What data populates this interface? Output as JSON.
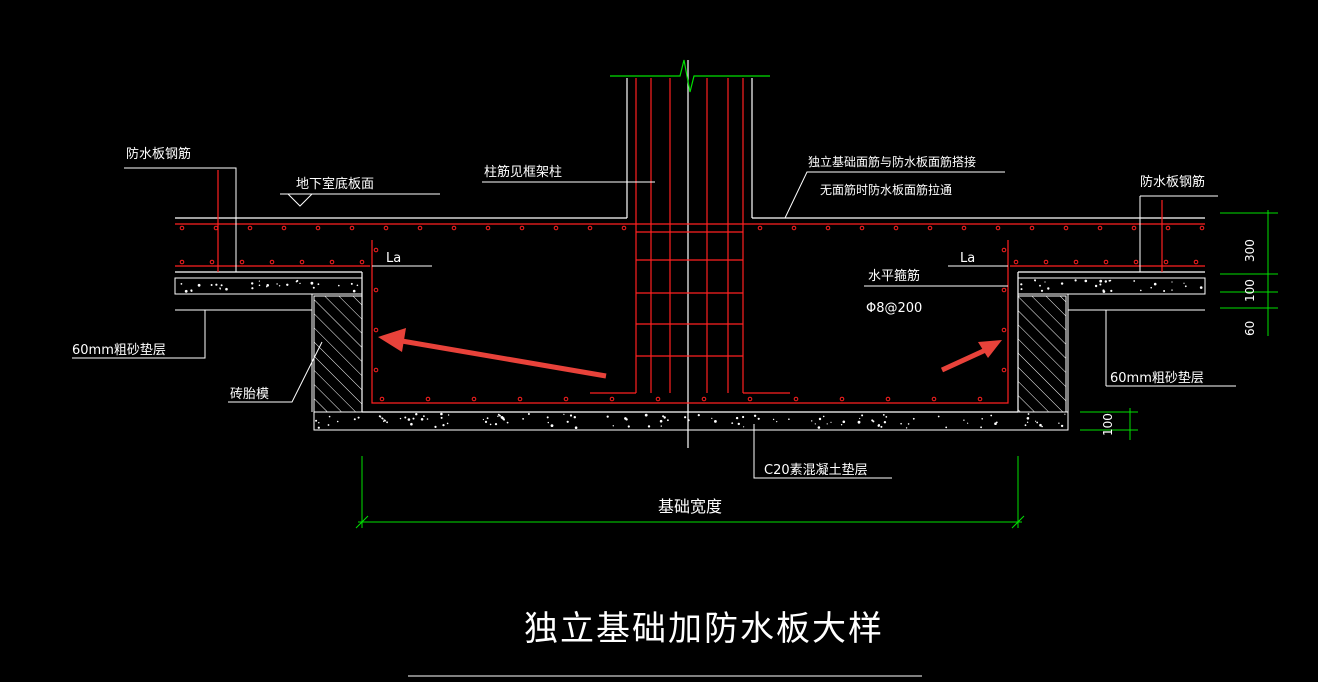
{
  "title": "独立基础加防水板大样",
  "labels": {
    "waterproof_rebar_left": "防水板钢筋",
    "basement_floor": "地下室底板面",
    "column_rebar": "柱筋见框架柱",
    "lap_note_1": "独立基础面筋与防水板面筋搭接",
    "lap_note_2": "无面筋时防水板面筋拉通",
    "waterproof_rebar_right": "防水板钢筋",
    "la_left": "La",
    "la_right": "La",
    "horizontal_rebar": "水平箍筋",
    "rebar_spec": "Φ8@200",
    "sand_cushion_left": "60mm粗砂垫层",
    "sand_cushion_right": "60mm粗砂垫层",
    "brick_mold": "砖胎模",
    "concrete_cushion": "C20素混凝土垫层",
    "foundation_width": "基础宽度"
  },
  "dimensions": {
    "d300": "300",
    "d100_top": "100",
    "d60": "60",
    "d100_bottom": "100"
  },
  "colors": {
    "background": "#000000",
    "line_white": "#ffffff",
    "rebar_red": "#ff2020",
    "dim_green": "#00e000",
    "arrow_red": "#e8423a"
  }
}
